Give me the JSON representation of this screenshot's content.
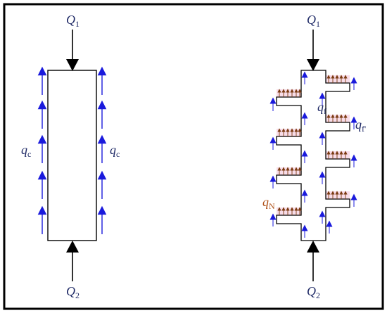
{
  "figure": {
    "left_pile": {
      "top_load": {
        "symbol": "Q",
        "subscript": "1"
      },
      "bottom_load": {
        "symbol": "Q",
        "subscript": "2"
      },
      "side_resistance_left": {
        "symbol": "q",
        "subscript": "c"
      },
      "side_resistance_right": {
        "symbol": "q",
        "subscript": "c"
      }
    },
    "right_pile": {
      "top_load": {
        "symbol": "Q",
        "subscript": "1"
      },
      "bottom_load": {
        "symbol": "Q",
        "subscript": "2"
      },
      "side_friction": {
        "symbol": "q",
        "subscript": "f"
      },
      "side_friction_prime": {
        "symbol": "q",
        "subscript": "f'"
      },
      "plate_resistance": {
        "symbol": "q",
        "subscript": "N"
      }
    },
    "colors": {
      "outline": "#000000",
      "side_arrows": "#1a1adc",
      "plate_arrows": "#7a3a10",
      "plate_fill": "#f7d6e4",
      "label_q": "#1f2a66",
      "label_qN": "#b0521a",
      "frame": "#000000"
    }
  }
}
